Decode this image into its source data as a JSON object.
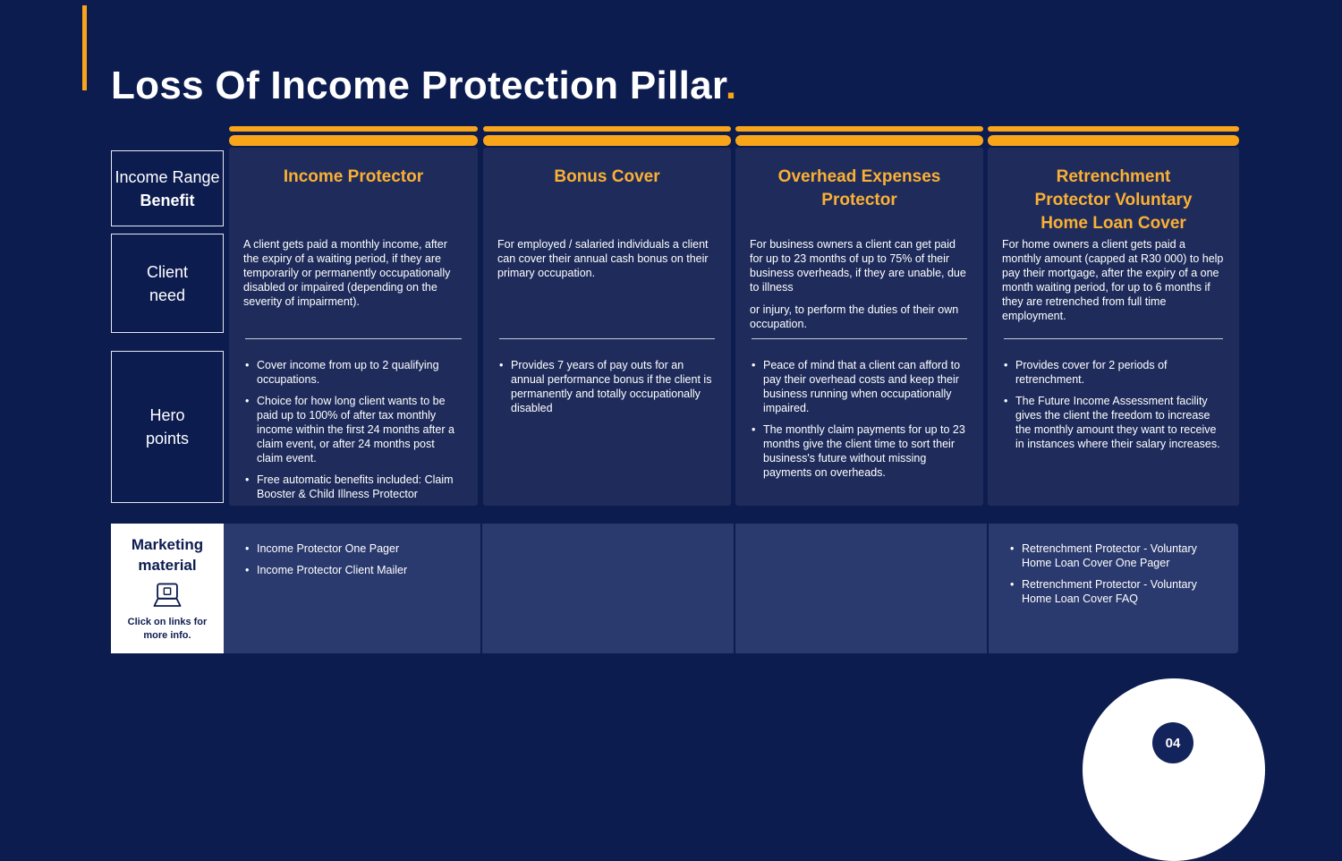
{
  "page": {
    "title": "Loss Of Income Protection Pillar",
    "title_period": ".",
    "page_number": "04",
    "colors": {
      "background": "#0D1C4F",
      "card": "#1F2C5B",
      "marketing_row": "#2B3A6E",
      "accent_orange": "#F9A51A",
      "heading_yellow": "#FBB034",
      "text": "#FFFFFF"
    }
  },
  "row_labels": {
    "income_range_line1": "Income Range",
    "income_range_line2": "Benefit",
    "client_need": "Client need",
    "hero_points": "Hero points",
    "marketing_title": "Marketing material",
    "marketing_icon": "laptop-icon",
    "marketing_note": "Click on links for more info."
  },
  "columns": [
    {
      "title": "Income Protector",
      "client_need": [
        "A client gets paid a monthly income, after the expiry of a waiting period, if they are temporarily or permanently occupationally disabled or impaired (depending on the severity of impairment)."
      ],
      "hero_points": [
        "Cover income from up to 2 qualifying occupations.",
        "Choice for how long client wants to be paid up to 100% of after tax monthly income within the first 24 months after a claim event, or after 24 months post claim event.",
        "Free automatic benefits included: Claim Booster & Child Illness Protector"
      ],
      "marketing_items": [
        "Income Protector One Pager",
        "Income Protector Client Mailer"
      ]
    },
    {
      "title": "Bonus Cover",
      "client_need": [
        "For employed / salaried individuals a client can cover their annual cash bonus on their primary occupation."
      ],
      "hero_points": [
        "Provides 7 years of pay outs for an annual performance bonus if the client is permanently and totally occupationally disabled"
      ],
      "marketing_items": []
    },
    {
      "title": "Overhead Expenses Protector",
      "client_need": [
        "For business owners a client can get paid for up to 23 months of up to 75% of their business overheads, if they are unable, due to illness",
        "or injury, to perform the duties of their own occupation."
      ],
      "hero_points": [
        "Peace of mind that a client can afford to pay their overhead costs and keep their business running when occupationally impaired.",
        "The monthly claim payments for up to 23 months give the client time to sort their business's future without missing payments on overheads."
      ],
      "marketing_items": []
    },
    {
      "title": "Retrenchment Protector Voluntary Home Loan Cover",
      "client_need": [
        "For home owners a client gets paid a monthly amount (capped at R30 000) to help pay their mortgage, after the expiry of a one month waiting period, for up to 6 months if they are retrenched from full time employment."
      ],
      "hero_points": [
        "Provides cover for 2 periods of retrenchment.",
        "The Future Income Assessment facility gives the client the freedom to increase the monthly amount they want to receive in instances where their salary increases."
      ],
      "marketing_items": [
        "Retrenchment Protector - Voluntary Home Loan Cover One Pager",
        "Retrenchment Protector - Voluntary Home Loan Cover FAQ"
      ]
    }
  ]
}
